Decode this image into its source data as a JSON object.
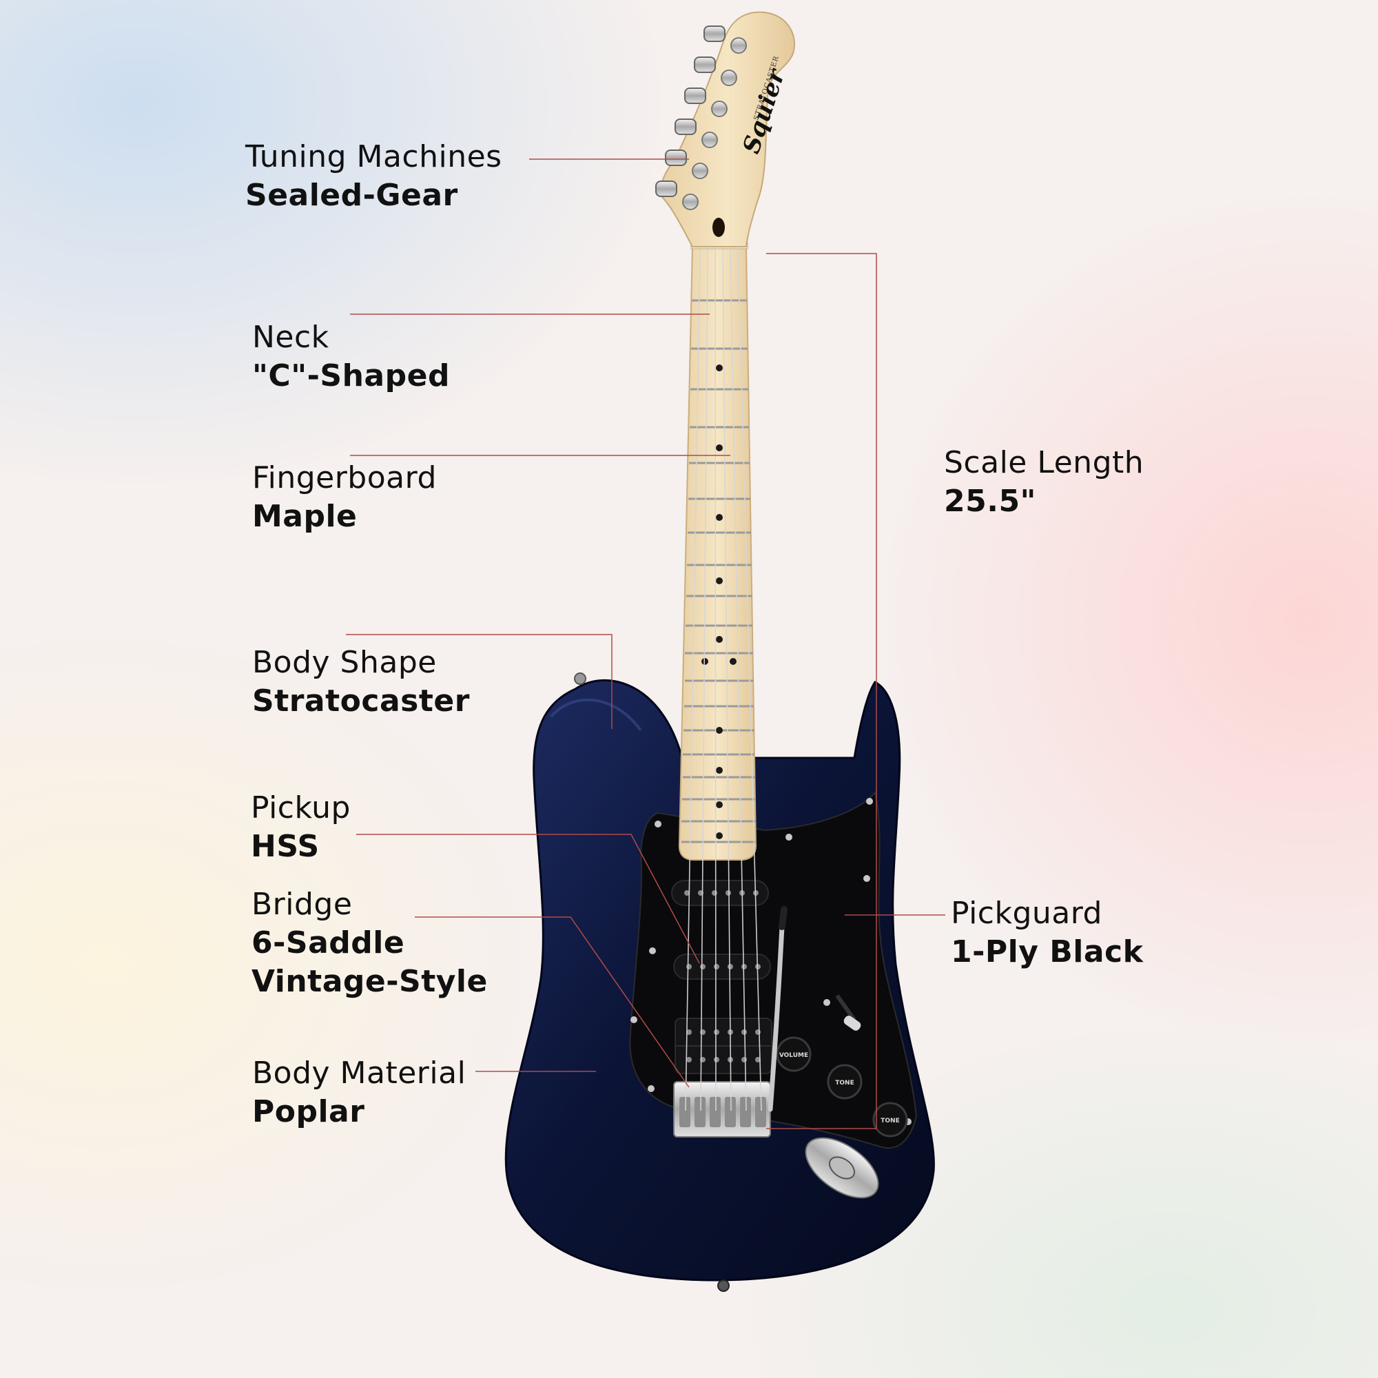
{
  "brand": {
    "logo": "Squier",
    "model": "STRATOCASTER",
    "knob_volume": "VOLUME",
    "knob_tone_1": "TONE",
    "knob_tone_2": "TONE"
  },
  "colors": {
    "body": "#0b1436",
    "pickguard": "#0a0a0c",
    "maple": "#f0dcb4",
    "leader_line": "#b04a4a"
  },
  "specs": [
    {
      "id": "tuning",
      "title": "Tuning Machines",
      "value_lines": [
        "Sealed-Gear"
      ]
    },
    {
      "id": "neck",
      "title": "Neck",
      "value_lines": [
        "\"C\"-Shaped"
      ]
    },
    {
      "id": "fingerboard",
      "title": "Fingerboard",
      "value_lines": [
        "Maple"
      ]
    },
    {
      "id": "body-shape",
      "title": "Body Shape",
      "value_lines": [
        "Stratocaster"
      ]
    },
    {
      "id": "pickup",
      "title": "Pickup",
      "value_lines": [
        "HSS"
      ]
    },
    {
      "id": "bridge",
      "title": "Bridge",
      "value_lines": [
        "6-Saddle",
        "Vintage-Style"
      ]
    },
    {
      "id": "body-material",
      "title": "Body Material",
      "value_lines": [
        "Poplar"
      ]
    },
    {
      "id": "scale-length",
      "title": "Scale Length",
      "value_lines": [
        "25.5\""
      ]
    },
    {
      "id": "pickguard",
      "title": "Pickguard",
      "value_lines": [
        "1-Ply Black"
      ]
    }
  ]
}
